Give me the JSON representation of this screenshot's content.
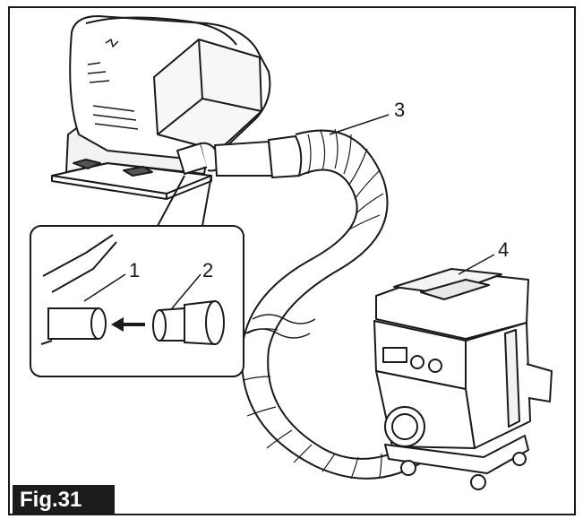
{
  "figure": {
    "label": "Fig.31",
    "callouts": [
      "1",
      "2",
      "3",
      "4"
    ]
  },
  "colors": {
    "ink": "#1a1a1a",
    "label_bg": "#1c1c1c",
    "label_text": "#ffffff",
    "background": "#ffffff"
  },
  "parts": {
    "sander": "sander-icon",
    "dust_nozzle": "dust-nozzle-icon",
    "hose_cuff": "hose-cuff-icon",
    "hose": "hose-icon",
    "vacuum": "vacuum-cleaner-icon"
  }
}
